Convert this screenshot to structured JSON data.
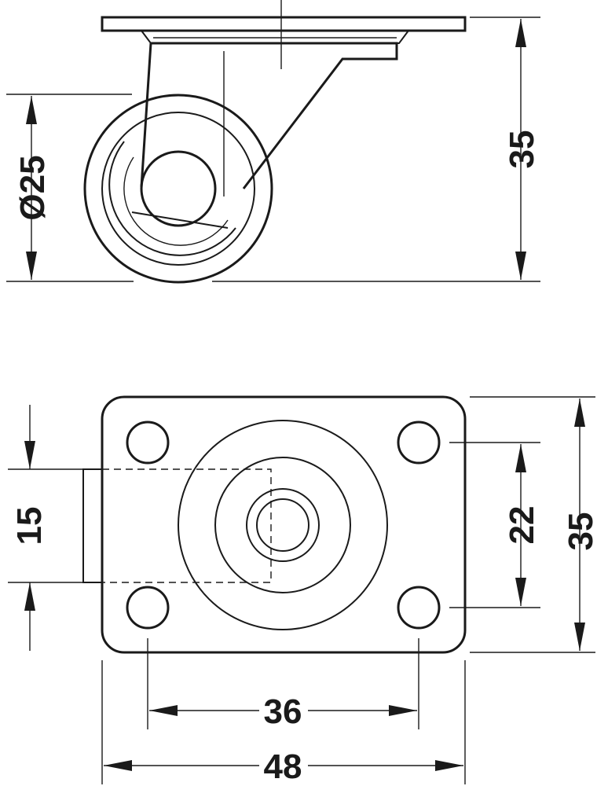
{
  "side_view": {
    "wheel_diameter_label": "Ø25",
    "overall_height_label": "35"
  },
  "plate_view": {
    "offset_label": "15",
    "hole_spacing_vertical_label": "22",
    "plate_height_label": "35",
    "hole_spacing_horizontal_label": "36",
    "plate_width_label": "48"
  }
}
